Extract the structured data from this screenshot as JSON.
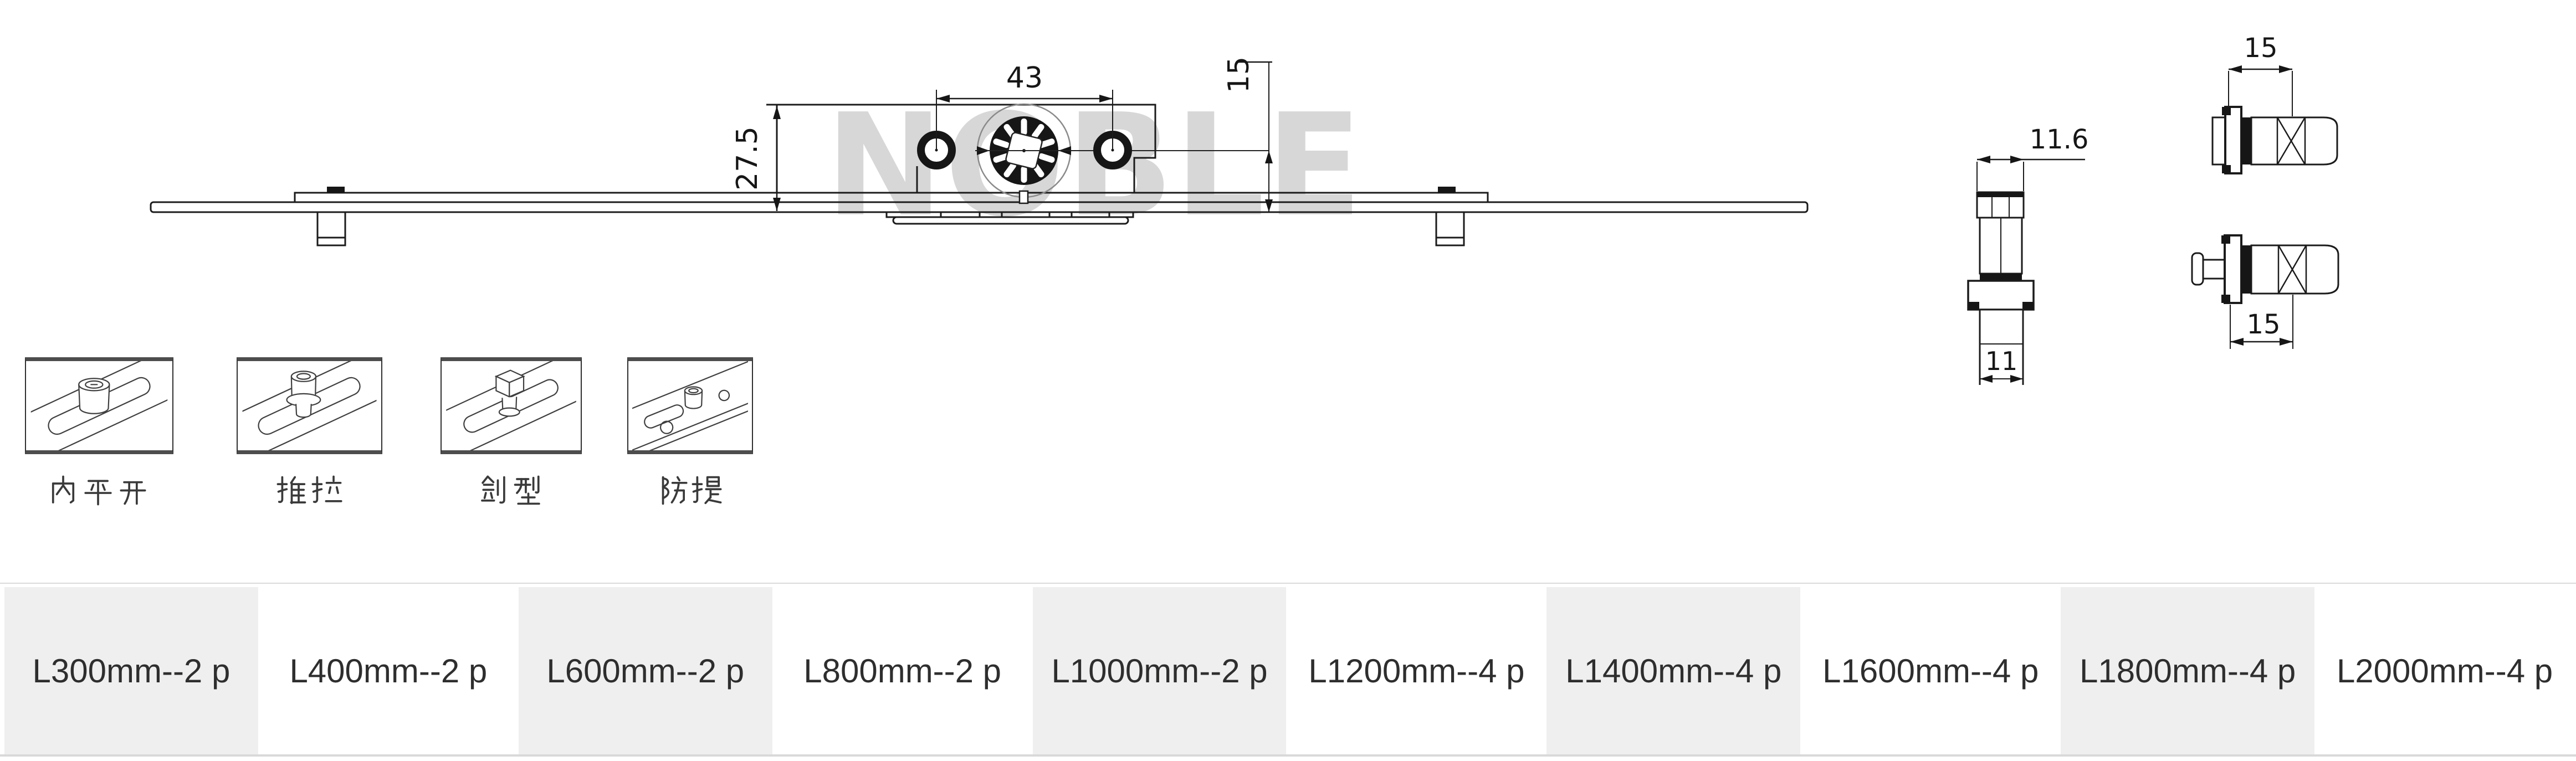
{
  "watermark": "NOBLE",
  "diagram": {
    "dim_span": "43",
    "dim_height": "27.5",
    "dim_offset": "15",
    "pin_dim_top": "11.6",
    "pin_dim_bottom": "11",
    "roller_top_dim": "15",
    "roller_bottom_dim": "15"
  },
  "thumbnails": [
    {
      "label": "内平开"
    },
    {
      "label": "推拉"
    },
    {
      "label": "剑型"
    },
    {
      "label": "防提"
    }
  ],
  "sizes": [
    {
      "label": "L300mm--2 p"
    },
    {
      "label": "L400mm--2 p"
    },
    {
      "label": "L600mm--2 p"
    },
    {
      "label": "L800mm--2 p"
    },
    {
      "label": "L1000mm--2 p"
    },
    {
      "label": "L1200mm--4 p"
    },
    {
      "label": "L1400mm--4 p"
    },
    {
      "label": "L1600mm--4 p"
    },
    {
      "label": "L1800mm--4 p"
    },
    {
      "label": "L2000mm--4 p"
    }
  ]
}
